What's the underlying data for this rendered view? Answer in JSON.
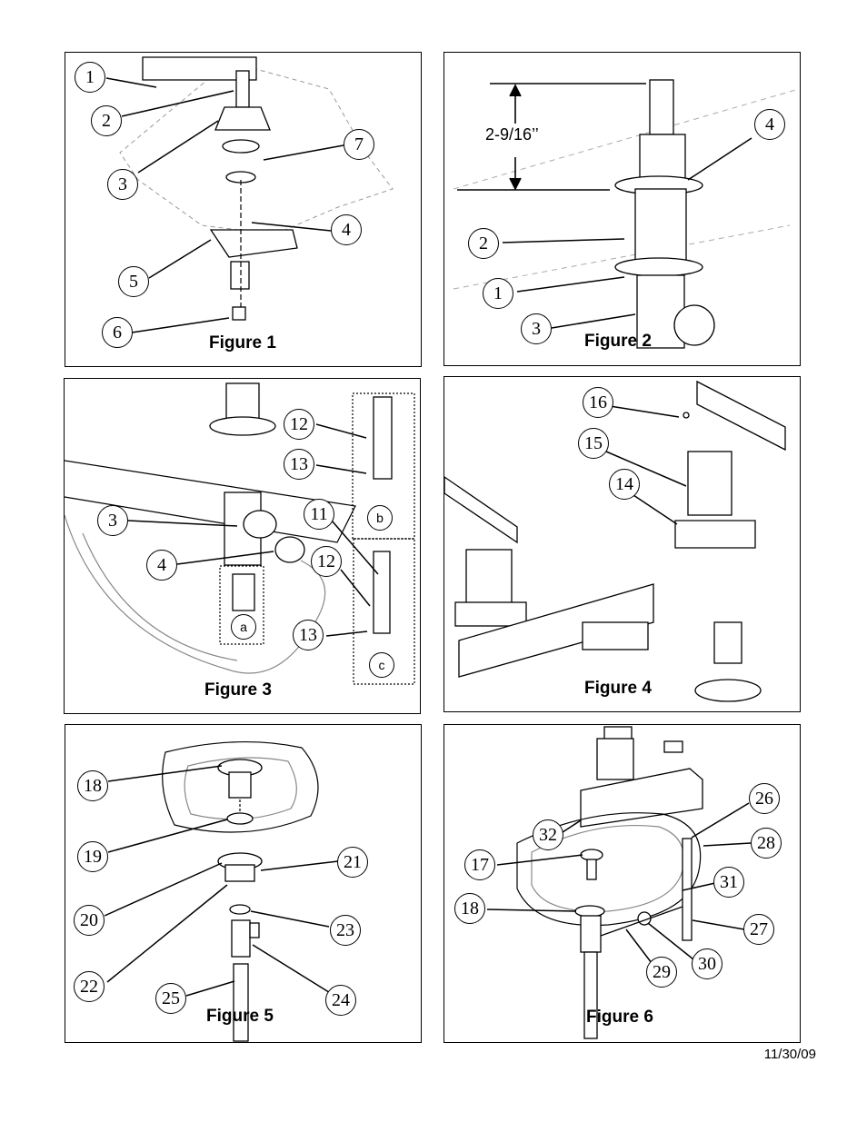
{
  "figures": {
    "f1": {
      "title": "Figure 1",
      "callouts": [
        "1",
        "2",
        "3",
        "4",
        "5",
        "6",
        "7"
      ]
    },
    "f2": {
      "title": "Figure 2",
      "dimension": "2-9/16’’",
      "callouts": [
        "4",
        "2",
        "1",
        "3"
      ]
    },
    "f3": {
      "title": "Figure 3",
      "callouts": [
        "12",
        "13",
        "3",
        "11",
        "4",
        "12",
        "13"
      ],
      "details": [
        "a",
        "b",
        "c"
      ]
    },
    "f4": {
      "title": "Figure 4",
      "callouts": [
        "16",
        "15",
        "14"
      ]
    },
    "f5": {
      "title": "Figure 5",
      "callouts": [
        "18",
        "19",
        "21",
        "20",
        "23",
        "22",
        "25",
        "24"
      ]
    },
    "f6": {
      "title": "Figure 6",
      "callouts": [
        "26",
        "32",
        "28",
        "17",
        "31",
        "18",
        "27",
        "30",
        "29"
      ]
    }
  },
  "footer": {
    "date": "11/30/09"
  }
}
